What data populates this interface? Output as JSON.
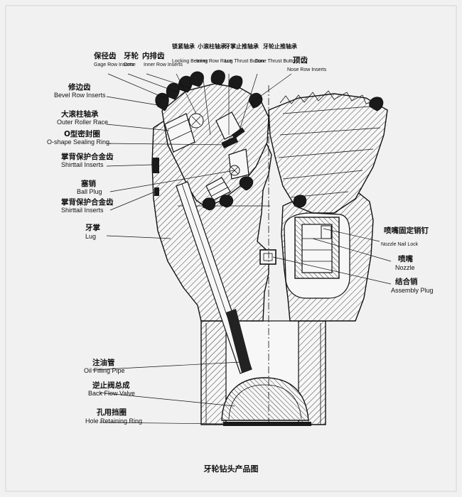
{
  "labels": {
    "gauge_row": {
      "zh": "保径齿",
      "en": "Gage Row Inserts"
    },
    "cone": {
      "zh": "牙轮",
      "en": "Cone"
    },
    "inner_row": {
      "zh": "内排齿",
      "en": "Inner Row Inserts"
    },
    "locking_bearing": {
      "zh": "锁紧轴承",
      "en": "Locking Bearing"
    },
    "inner_row_race": {
      "zh": "小滚柱轴承",
      "en": "Inner Row Race"
    },
    "lug_thrust": {
      "zh": "牙掌止推轴承",
      "en": "Lug Thrust Button"
    },
    "cone_thrust": {
      "zh": "牙轮止推轴承",
      "en": "Cone Thrust Button"
    },
    "nose_row": {
      "zh": "顶齿",
      "en": "Nose Row Inserts"
    },
    "bevel_row": {
      "zh": "修边齿",
      "en": "Bevel Row Inserts"
    },
    "outer_roller": {
      "zh": "大滚柱轴承",
      "en": "Outer Roller Race"
    },
    "o_ring": {
      "zh": "O型密封圈",
      "en": "O-shape Sealing Ring."
    },
    "shirttail_1": {
      "zh": "掌背保护合金齿",
      "en": "Shirttail Inserts"
    },
    "ball_plug": {
      "zh": "塞销",
      "en": "Ball Plug"
    },
    "shirttail_2": {
      "zh": "掌背保护合金齿",
      "en": "Shirttail Inserts"
    },
    "lug": {
      "zh": "牙掌",
      "en": "Lug"
    },
    "nozzle_nail_lock": {
      "zh": "喷嘴固定销钉",
      "en": "Nozzle Nail Lock"
    },
    "nozzle": {
      "zh": "喷嘴",
      "en": "Nozzle"
    },
    "assembly_plug": {
      "zh": "结合销",
      "en": "Assembly Plug"
    },
    "oil_pipe": {
      "zh": "注油管",
      "en": "Oil Filling Pipe"
    },
    "back_flow": {
      "zh": "逆止阀总成",
      "en": "Back Flow Valve"
    },
    "hole_ring": {
      "zh": "孔用挡圈",
      "en": "Hole Retaining Ring"
    }
  },
  "caption": "牙轮钻头产品图"
}
